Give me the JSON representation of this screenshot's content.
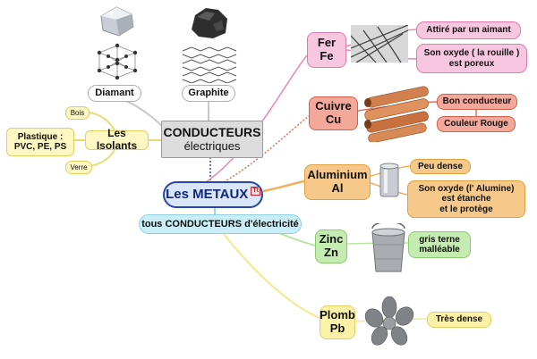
{
  "center": {
    "title_line1": "CONDUCTEURS",
    "title_line2": "électriques"
  },
  "metals": {
    "label": "Les METAUX",
    "note_badge": "Tt"
  },
  "all_conductors": "tous CONDUCTEURS d'électricité",
  "carbon_forms": [
    {
      "label": "Diamant"
    },
    {
      "label": "Graphite"
    }
  ],
  "insulators": {
    "label": "Les Isolants",
    "examples": [
      "Bois",
      "Plastique :\nPVC, PE, PS",
      "Verre"
    ]
  },
  "elements": [
    {
      "name": "Fer",
      "symbol": "Fe",
      "properties": [
        "Attiré par un aimant",
        "Son oxyde ( la rouille )\nest poreux"
      ]
    },
    {
      "name": "Cuivre",
      "symbol": "Cu",
      "properties": [
        "Bon conducteur",
        "Couleur Rouge"
      ]
    },
    {
      "name": "Aluminium",
      "symbol": "Al",
      "properties": [
        "Peu dense",
        "Son oxyde (l' Alumine)\nest étanche\net  le protège"
      ]
    },
    {
      "name": "Zinc",
      "symbol": "Zn",
      "properties": [
        "gris terne\nmalléable"
      ]
    },
    {
      "name": "Plomb",
      "symbol": "Pb",
      "properties": [
        "Très dense"
      ]
    }
  ],
  "colors": {
    "fer": "#f6c7df",
    "cuivre": "#f4a89a",
    "aluminium": "#f6c98a",
    "zinc": "#c4ecb0",
    "plomb": "#fbf2a8",
    "center": "#dcdcdc",
    "metaux": "#d9e6fa",
    "conducteurs": "#c9eef7",
    "isolants": "#fdf7c4"
  },
  "icons": [
    "diamond-crystal-icon",
    "diamond-lattice-icon",
    "graphite-rock-icon",
    "graphite-layers-icon",
    "iron-structure-icon",
    "copper-pipes-icon",
    "aluminium-can-icon",
    "zinc-bucket-icon",
    "lead-pieces-icon"
  ]
}
